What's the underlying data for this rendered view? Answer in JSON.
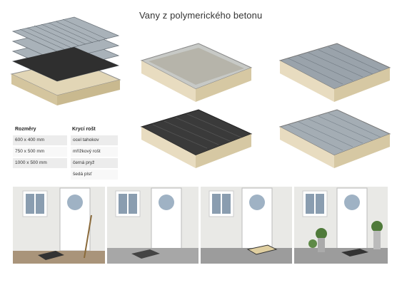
{
  "title": "Vany z polymerického betonu",
  "table": {
    "dimensions_header": "Rozměry",
    "cover_header": "Krycí rošt",
    "dimensions": [
      "600 x 400 mm",
      "750 x 500 mm",
      "1000 x 500 mm"
    ],
    "covers": [
      "ocel tahokov",
      "mřížkový rošt",
      "černá pryž",
      "šedá plsť"
    ]
  },
  "colors": {
    "concrete": "#e8dcc0",
    "steel": "#9aa3ab",
    "rubber": "#3a3a3a"
  }
}
